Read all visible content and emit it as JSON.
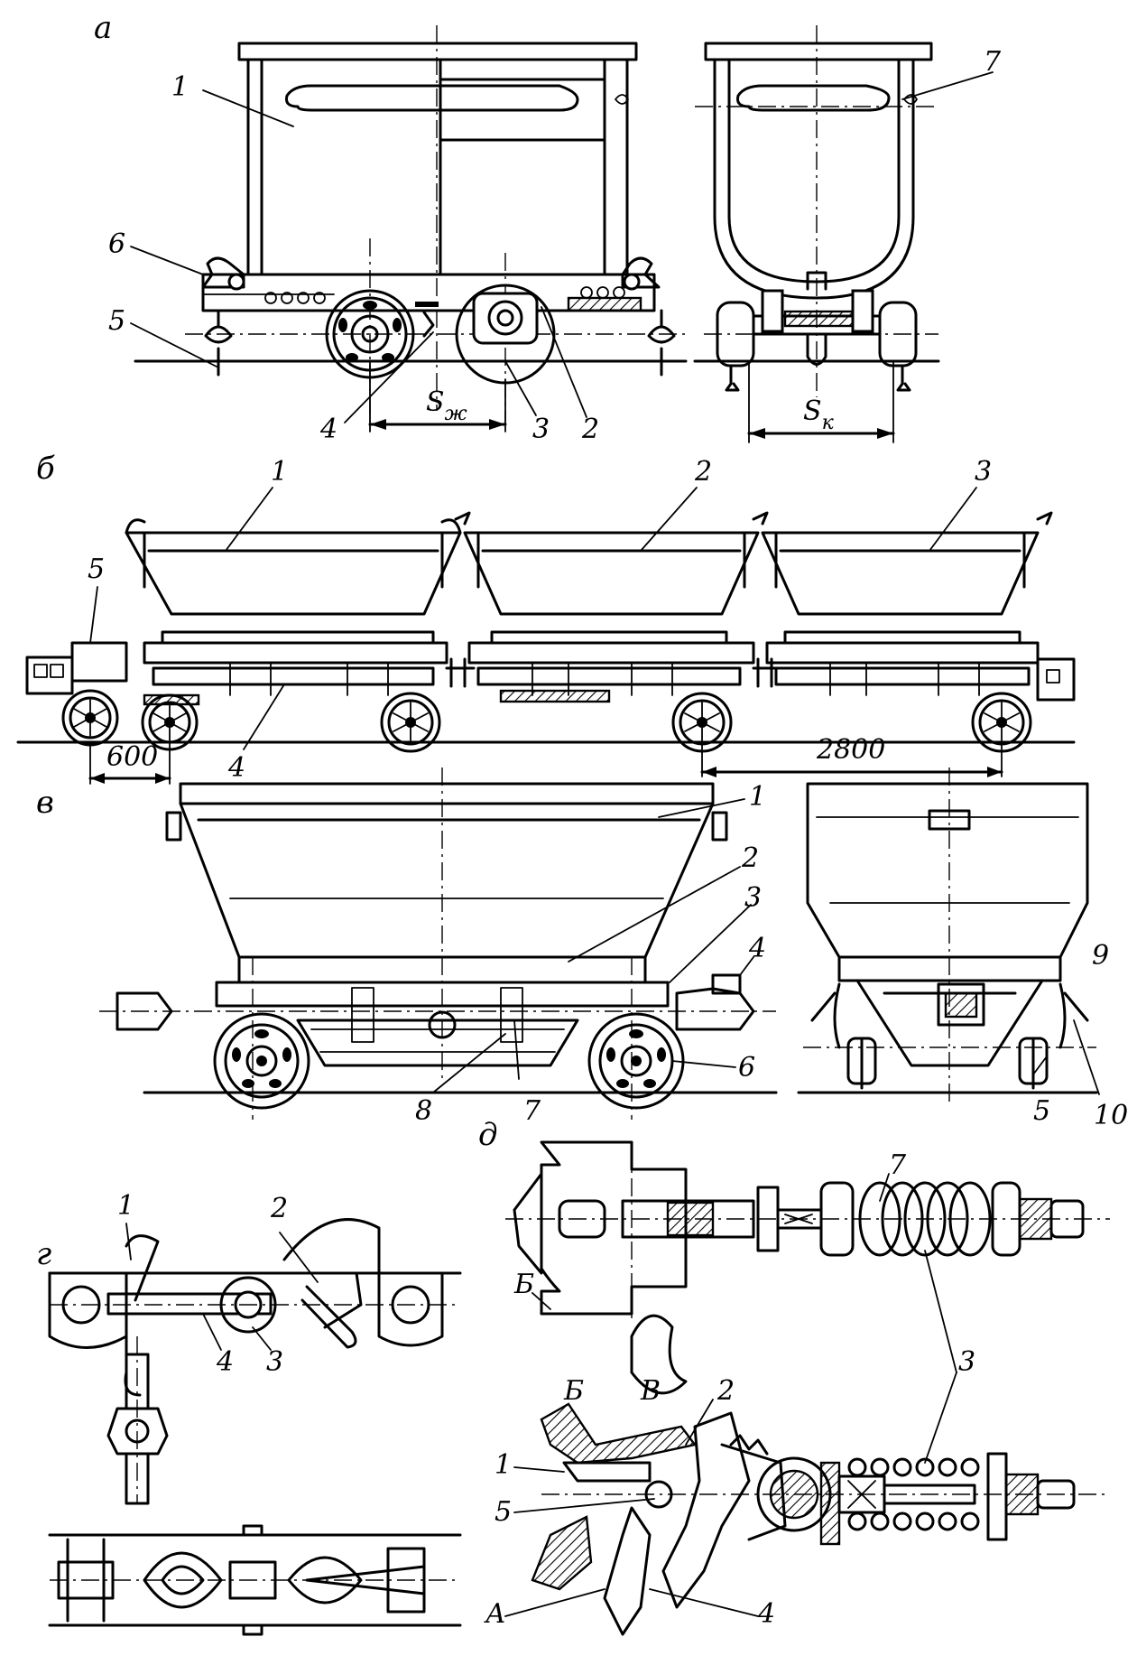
{
  "sections": {
    "a": {
      "letter": "а",
      "labels": [
        "1",
        "6",
        "5",
        "4",
        "3",
        "2",
        "7"
      ],
      "dims": {
        "track_left": "S",
        "track_left_sub": "ж",
        "track_right": "S",
        "track_right_sub": "к"
      }
    },
    "b": {
      "letter": "б",
      "labels": [
        "1",
        "2",
        "3",
        "5",
        "4"
      ],
      "dims": {
        "d1": "600",
        "d2": "2800"
      }
    },
    "v": {
      "letter": "в",
      "labels": [
        "1",
        "2",
        "3",
        "4",
        "9",
        "6",
        "7",
        "8",
        "5",
        "10"
      ]
    },
    "g": {
      "letter": "г",
      "labels": [
        "1",
        "2",
        "4",
        "3"
      ]
    },
    "d": {
      "letter": "д",
      "labels": [
        "7",
        "Б",
        "3",
        "Б",
        "В",
        "2",
        "1",
        "5",
        "А",
        "4"
      ]
    }
  }
}
